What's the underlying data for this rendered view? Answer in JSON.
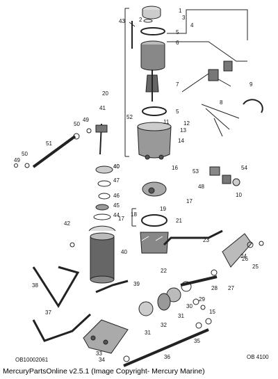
{
  "callouts": [
    "1",
    "2",
    "3",
    "4",
    "5",
    "6",
    "7",
    "5",
    "8",
    "9",
    "20",
    "43",
    "52",
    "11",
    "12",
    "13",
    "14",
    "40",
    "41",
    "49",
    "50",
    "51",
    "50",
    "49",
    "16",
    "40",
    "47",
    "46",
    "45",
    "44",
    "42",
    "53",
    "54",
    "48",
    "10",
    "17",
    "19",
    "18",
    "17",
    "21",
    "22",
    "23",
    "24",
    "25",
    "26",
    "27",
    "28",
    "40",
    "38",
    "39",
    "30",
    "31",
    "29",
    "15",
    "32",
    "31",
    "37",
    "33",
    "35",
    "36",
    "34"
  ],
  "reference_codes": {
    "left": "OB10002061",
    "right": "OB 4100"
  },
  "caption": "MercuryPartsOnline v2.5.1 (Image Copyright- Mercury Marine)"
}
